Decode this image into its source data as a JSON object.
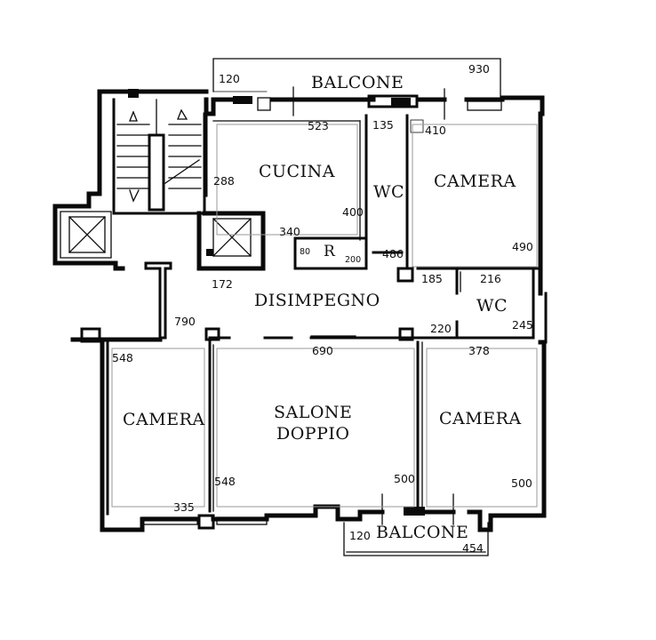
{
  "rooms": {
    "balcone_top": "BALCONE",
    "cucina": "CUCINA",
    "wc_1": "WC",
    "camera_ne": "CAMERA",
    "ripostiglio": "R",
    "disimpegno": "DISIMPEGNO",
    "wc_2": "WC",
    "camera_w": "CAMERA",
    "salone_line1": "SALONE",
    "salone_line2": "DOPPIO",
    "camera_se": "CAMERA",
    "balcone_bottom": "BALCONE"
  },
  "dimensions": {
    "d120_top": "120",
    "d930": "930",
    "d523": "523",
    "d135": "135",
    "d410": "410",
    "d288": "288",
    "d400": "400",
    "d340": "340",
    "d80": "80",
    "d200": "200",
    "d486": "486",
    "d490": "490",
    "d172": "172",
    "d185": "185",
    "d216": "216",
    "d790": "790",
    "d220": "220",
    "d245": "245",
    "d548_left": "548",
    "d690": "690",
    "d378": "378",
    "d548_mid": "548",
    "d500_mid": "500",
    "d500_right": "500",
    "d335": "335",
    "d120_bottom": "120",
    "d454": "454"
  }
}
